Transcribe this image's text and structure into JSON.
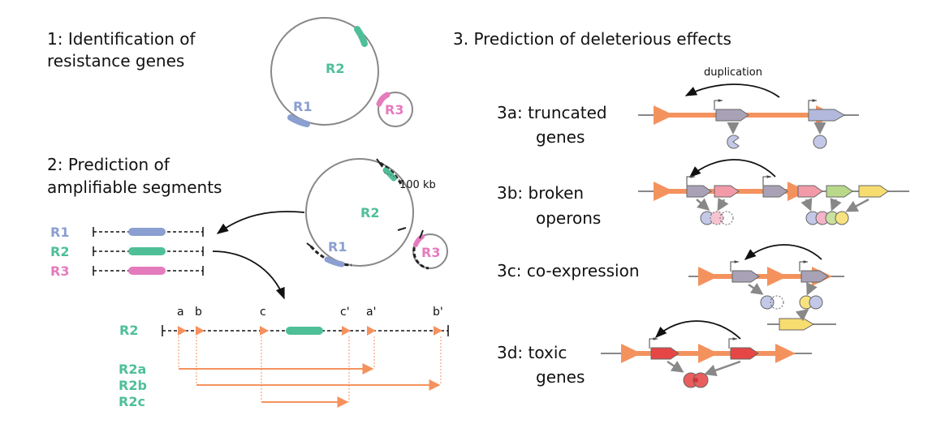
{
  "colors": {
    "r1": "#8b9fd0",
    "r2": "#4fbf98",
    "r3": "#e47bbd",
    "orange": "#f4925e",
    "gene_gray": "#a9a2b6",
    "pink": "#f29aa8",
    "green_gene": "#b9d98a",
    "yellow_gene": "#f7dc6f",
    "red_gene": "#e64646",
    "backbone": "#888888"
  },
  "section1": {
    "line1": "1: Identification of",
    "line2": "resistance genes"
  },
  "section2": {
    "line1": "2: Prediction of",
    "line2": "amplifiable segments",
    "scale": "100 kb"
  },
  "section3": {
    "title": "3.  Prediction of deleterious effects"
  },
  "labels": {
    "r1": "R1",
    "r2": "R2",
    "r3": "R3",
    "r2a": "R2a",
    "r2b": "R2b",
    "r2c": "R2c"
  },
  "markers": {
    "a": "a",
    "b": "b",
    "c": "c",
    "c_prime": "c'",
    "a_prime": "a'",
    "b_prime": "b'"
  },
  "panel3a": {
    "line1": "3a:  truncated",
    "line2": "genes",
    "arrow_label": "duplication"
  },
  "panel3b": {
    "line1": "3b:  broken",
    "line2": "operons"
  },
  "panel3c": {
    "line1": "3c:  co-expression"
  },
  "panel3d": {
    "line1": "3d:  toxic",
    "line2": "genes"
  }
}
